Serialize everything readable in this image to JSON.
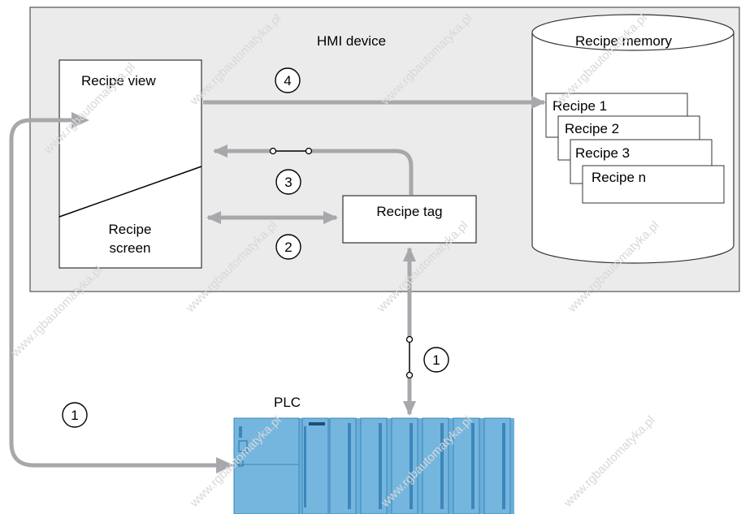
{
  "hmi": {
    "title": "HMI device"
  },
  "memory": {
    "title": "Recipe memory",
    "recipes": [
      "Recipe 1",
      "Recipe 2",
      "Recipe 3",
      "Recipe n"
    ]
  },
  "recipe_view": {
    "top_label": "Recipe view",
    "bottom_label_line1": "Recipe",
    "bottom_label_line2": "screen"
  },
  "recipe_tag": {
    "label": "Recipe tag"
  },
  "plc": {
    "label": "PLC"
  },
  "steps": {
    "one_a": "1",
    "one_b": "1",
    "two": "2",
    "three": "3",
    "four": "4"
  },
  "watermark": "www.rgbautomatyka.pl",
  "colors": {
    "panel": "#ebebeb",
    "arrow": "#a6a8ab",
    "plc_blue": "#6aafda",
    "plc_dark": "#3d86bb"
  }
}
